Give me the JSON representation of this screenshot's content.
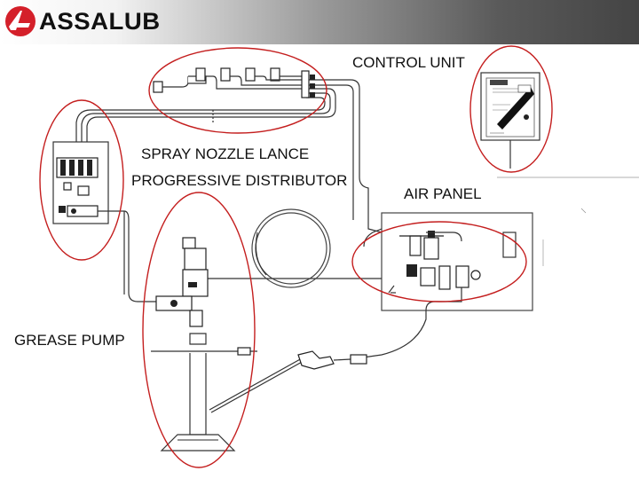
{
  "header": {
    "logo_text": "ASSALUB",
    "brand_color": "#d4202a"
  },
  "labels": {
    "control_unit": "CONTROL UNIT",
    "spray_nozzle_lance": "SPRAY NOZZLE LANCE",
    "progressive_distributor": "PROGRESSIVE DISTRIBUTOR",
    "air_panel": "AIR PANEL",
    "grease_pump": "GREASE PUMP"
  },
  "highlight_color": "#c41e1e"
}
